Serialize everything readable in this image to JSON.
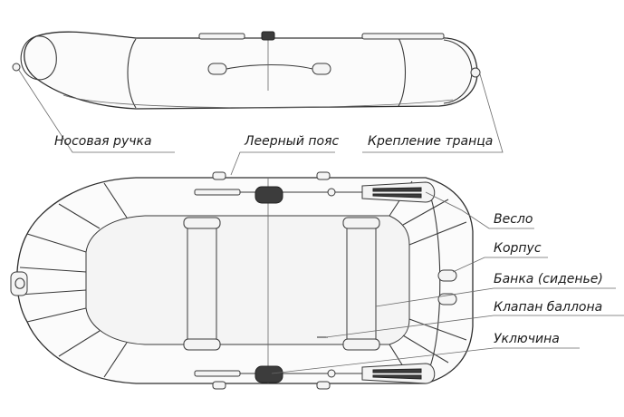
{
  "labels": {
    "bow_handle": "Носовая ручка",
    "safety_rope": "Леерный пояс",
    "transom_mount": "Крепление транца",
    "oar": "Весло",
    "hull": "Корпус",
    "seat": "Банка (сиденье)",
    "valve": "Клапан баллона",
    "oarlock": "Уключина"
  }
}
